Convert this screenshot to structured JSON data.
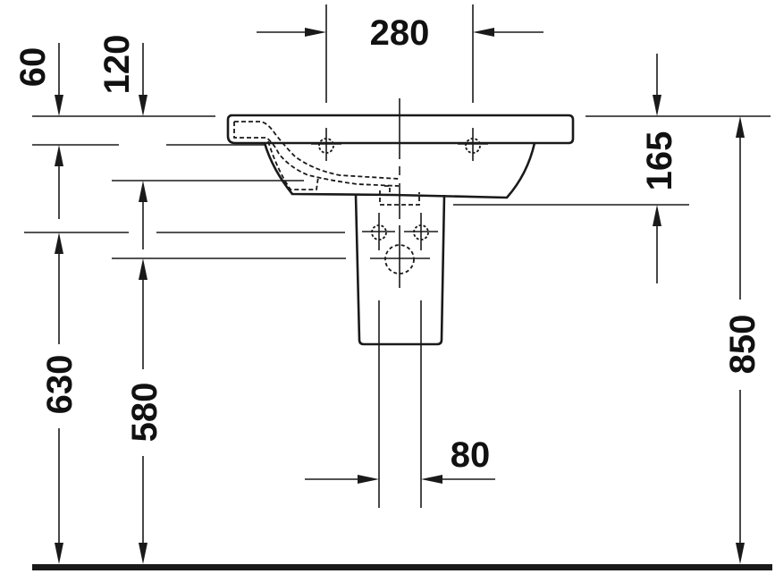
{
  "drawing": {
    "type": "technical-drawing",
    "subject": "washbasin with semi-pedestal, side elevation",
    "units": "mm",
    "colors": {
      "line": "#1a1a1a",
      "background": "#ffffff"
    }
  },
  "dimensions": {
    "tap_hole_spacing": "280",
    "overflow_depth_top": "60",
    "bowl_depth_top": "120",
    "basin_height": "165",
    "waste_height_630": "630",
    "trap_height_580": "580",
    "total_height": "850",
    "pedestal_width": "80"
  }
}
